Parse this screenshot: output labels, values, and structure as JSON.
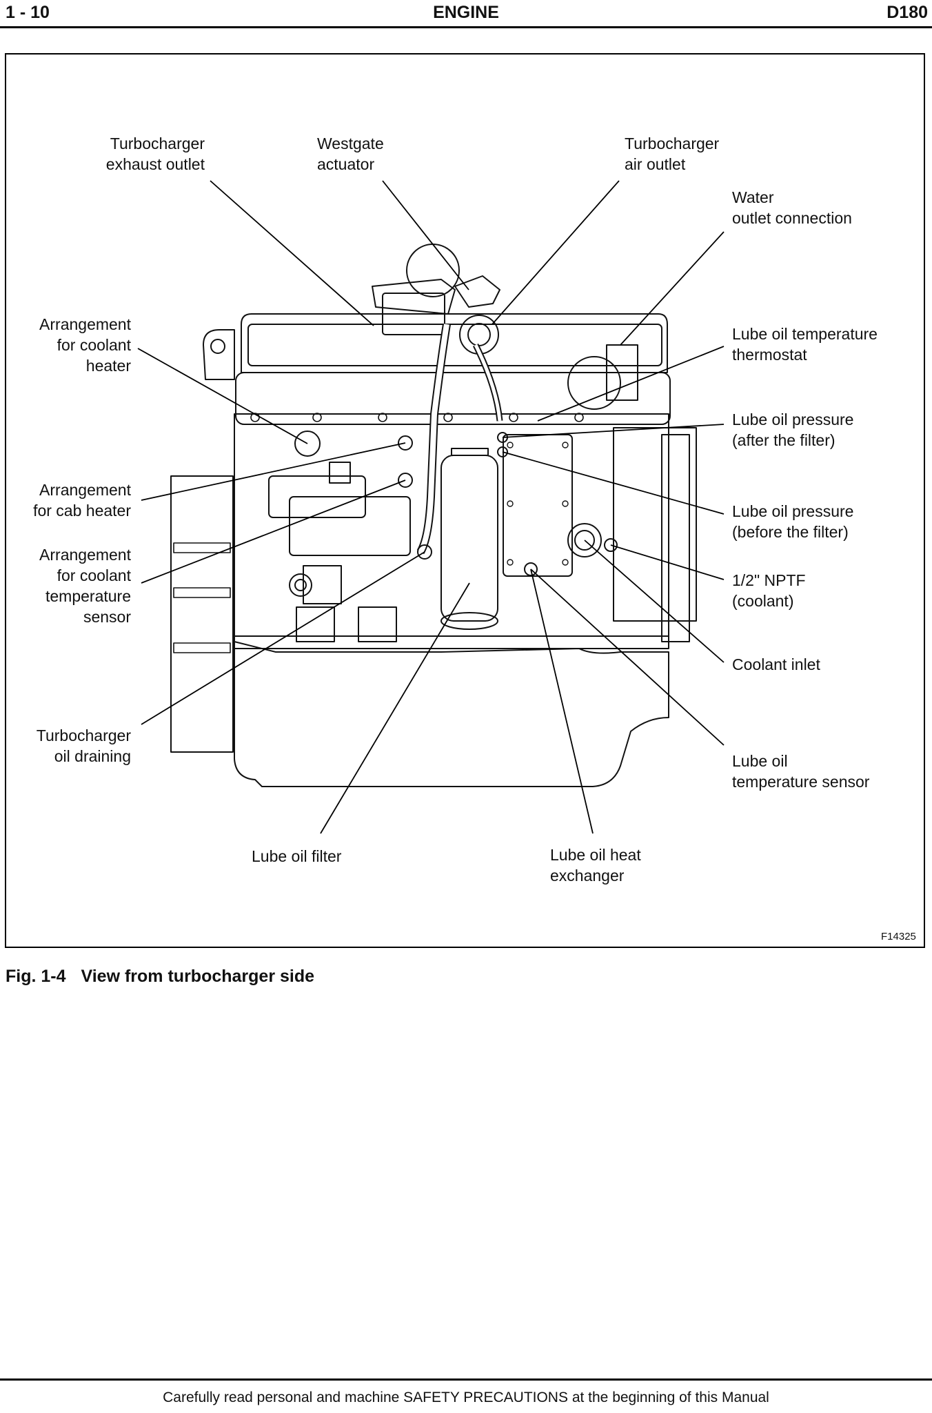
{
  "header": {
    "page_number": "1 - 10",
    "section": "ENGINE",
    "model": "D180"
  },
  "figure": {
    "code": "F14325",
    "caption_number": "Fig. 1-4",
    "caption_text": "View from turbocharger side",
    "labels": {
      "turbo_exhaust_outlet": [
        "Turbocharger",
        "exhaust outlet"
      ],
      "westgate_actuator": [
        "Westgate",
        "actuator"
      ],
      "turbo_air_outlet": [
        "Turbocharger",
        "air outlet"
      ],
      "water_outlet": [
        "Water",
        "outlet connection"
      ],
      "coolant_heater": [
        "Arrangement",
        "for coolant",
        "heater"
      ],
      "lube_oil_temp_thermostat": [
        "Lube oil temperature",
        "thermostat"
      ],
      "lube_oil_pressure_after": [
        "Lube oil pressure",
        "(after the filter)"
      ],
      "cab_heater": [
        "Arrangement",
        "for cab heater"
      ],
      "lube_oil_pressure_before": [
        "Lube oil pressure",
        "(before the filter)"
      ],
      "coolant_temp_sensor": [
        "Arrangement",
        "for coolant",
        "temperature",
        "sensor"
      ],
      "nptf_coolant": [
        "1/2\" NPTF",
        "(coolant)"
      ],
      "coolant_inlet": [
        "Coolant inlet"
      ],
      "turbo_oil_draining": [
        "Turbocharger",
        "oil draining"
      ],
      "lube_oil_temp_sensor": [
        "Lube oil",
        "temperature sensor"
      ],
      "lube_oil_filter": [
        "Lube oil filter"
      ],
      "lube_oil_heat_exchanger": [
        "Lube oil heat",
        "exchanger"
      ]
    }
  },
  "footer": {
    "text": "Carefully read personal and machine SAFETY PRECAUTIONS at the beginning of this Manual"
  }
}
